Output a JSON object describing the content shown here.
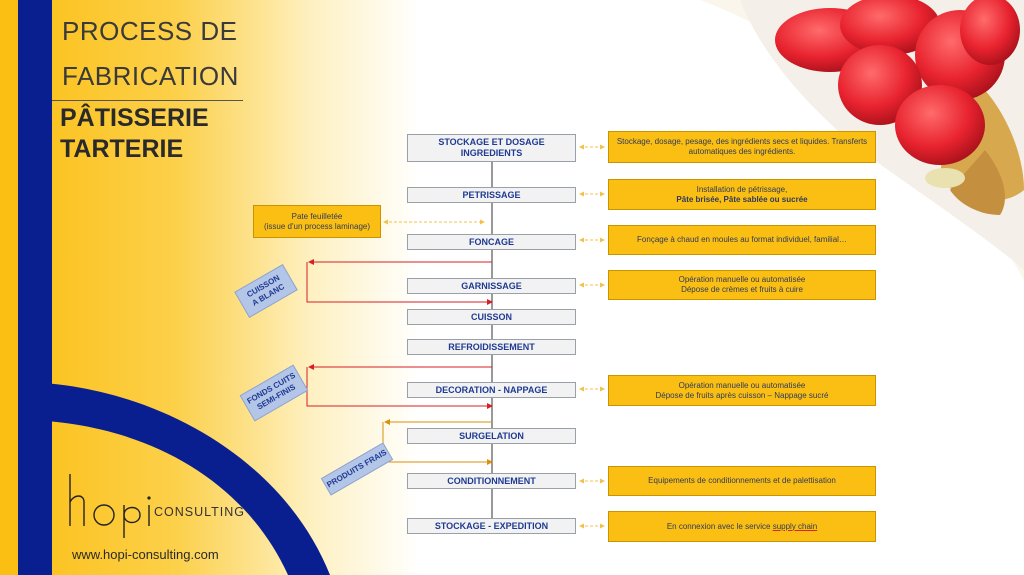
{
  "title": {
    "line1": "PROCESS DE",
    "line2": "FABRICATION",
    "sub1": "PÂTISSERIE",
    "sub2": "TARTERIE"
  },
  "steps": [
    {
      "l1": "STOCKAGE ET DOSAGE",
      "l2": "INGREDIENTS"
    },
    {
      "l1": "PETRISSAGE"
    },
    {
      "l1": "FONCAGE"
    },
    {
      "l1": "GARNISSAGE"
    },
    {
      "l1": "CUISSON"
    },
    {
      "l1": "REFROIDISSEMENT"
    },
    {
      "l1": "DECORATION - NAPPAGE"
    },
    {
      "l1": "SURGELATION"
    },
    {
      "l1": "CONDITIONNEMENT"
    },
    {
      "l1": "STOCKAGE - EXPEDITION"
    }
  ],
  "notes": [
    {
      "l1": "Stockage, dosage, pesage, des ingrédients secs et liquides. Transferts",
      "l2": "automatiques des ingrédients."
    },
    {
      "l1": "Installation de pétrissage,",
      "l2": "Pâte brisée, Pâte sablée ou sucrée"
    },
    {
      "l1": "Fonçage à chaud en moules au format individuel, familial…"
    },
    {
      "l1": "Opération manuelle ou automatisée",
      "l2": "Dépose de crèmes et fruits à cuire"
    },
    {
      "l1": "Opération manuelle ou automatisée",
      "l2": "Dépose de fruits après cuisson – Nappage sucré"
    },
    {
      "l1": "Equipements de conditionnements et de palettisation"
    },
    {
      "l1": "En connexion avec le service",
      "l2": "supply chain"
    }
  ],
  "side_input": {
    "l1": "Pate feuilletée",
    "l2": "(issue d'un process laminage)"
  },
  "tags": [
    {
      "l1": "CUISSON",
      "l2": "A BLANC"
    },
    {
      "l1": "FONDS CUITS",
      "l2": "SEMI-FINIS"
    },
    {
      "l1": "PRODUITS FRAIS"
    }
  ],
  "brand": {
    "h": "h",
    "opi": "opi",
    "consulting": "CONSULTING",
    "url": "www.hopi-consulting.com"
  },
  "colors": {
    "navy": "#0a1f8f",
    "yellow": "#fbbf13",
    "red_arrow": "#d61f26",
    "orange_arrow": "#d9900a",
    "step_text": "#1f3a93",
    "tag_fill": "#b4c6e7"
  }
}
